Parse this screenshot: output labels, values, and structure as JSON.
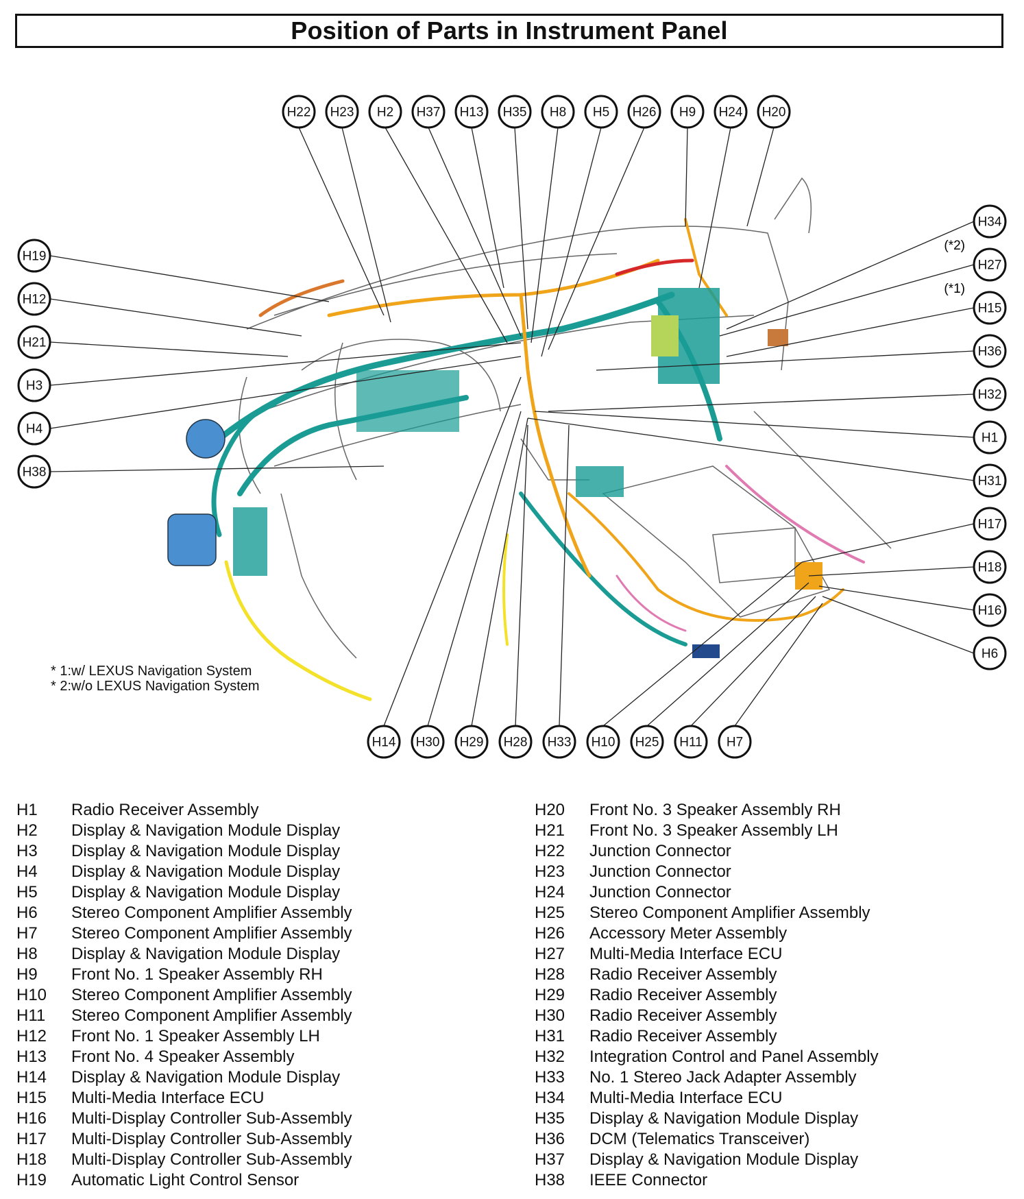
{
  "title": "Position of Parts in Instrument Panel",
  "callouts": {
    "top": [
      "H22",
      "H23",
      "H2",
      "H37",
      "H13",
      "H35",
      "H8",
      "H5",
      "H26",
      "H9",
      "H24",
      "H20"
    ],
    "left": [
      "H19",
      "H12",
      "H21",
      "H3",
      "H4",
      "H38"
    ],
    "right": [
      "H34",
      "H27",
      "H15",
      "H36",
      "H32",
      "H1",
      "H31",
      "H17",
      "H18",
      "H16",
      "H6"
    ],
    "bottom": [
      "H14",
      "H30",
      "H29",
      "H28",
      "H33",
      "H10",
      "H25",
      "H11",
      "H7"
    ]
  },
  "callout_notes": {
    "H27": "(*2)",
    "H15": "(*1)"
  },
  "footnotes": [
    "* 1:w/ LEXUS Navigation System",
    "* 2:w/o LEXUS Navigation System"
  ],
  "legend_left": [
    {
      "code": "H1",
      "name": "Radio Receiver Assembly"
    },
    {
      "code": "H2",
      "name": "Display & Navigation Module Display"
    },
    {
      "code": "H3",
      "name": "Display & Navigation Module Display"
    },
    {
      "code": "H4",
      "name": "Display & Navigation Module Display"
    },
    {
      "code": "H5",
      "name": "Display & Navigation Module Display"
    },
    {
      "code": "H6",
      "name": "Stereo Component Amplifier Assembly"
    },
    {
      "code": "H7",
      "name": "Stereo Component Amplifier Assembly"
    },
    {
      "code": "H8",
      "name": "Display & Navigation Module Display"
    },
    {
      "code": "H9",
      "name": "Front No. 1 Speaker Assembly RH"
    },
    {
      "code": "H10",
      "name": "Stereo Component Amplifier Assembly"
    },
    {
      "code": "H11",
      "name": "Stereo Component Amplifier Assembly"
    },
    {
      "code": "H12",
      "name": "Front No. 1 Speaker Assembly LH"
    },
    {
      "code": "H13",
      "name": "Front No. 4 Speaker Assembly"
    },
    {
      "code": "H14",
      "name": "Display & Navigation Module Display"
    },
    {
      "code": "H15",
      "name": "Multi-Media Interface ECU"
    },
    {
      "code": "H16",
      "name": "Multi-Display Controller Sub-Assembly"
    },
    {
      "code": "H17",
      "name": "Multi-Display Controller Sub-Assembly"
    },
    {
      "code": "H18",
      "name": "Multi-Display Controller Sub-Assembly"
    },
    {
      "code": "H19",
      "name": "Automatic Light Control Sensor"
    }
  ],
  "legend_right": [
    {
      "code": "H20",
      "name": "Front No. 3 Speaker Assembly RH"
    },
    {
      "code": "H21",
      "name": "Front No. 3 Speaker Assembly LH"
    },
    {
      "code": "H22",
      "name": "Junction Connector"
    },
    {
      "code": "H23",
      "name": "Junction Connector"
    },
    {
      "code": "H24",
      "name": "Junction Connector"
    },
    {
      "code": "H25",
      "name": "Stereo Component Amplifier Assembly"
    },
    {
      "code": "H26",
      "name": "Accessory Meter Assembly"
    },
    {
      "code": "H27",
      "name": "Multi-Media Interface ECU"
    },
    {
      "code": "H28",
      "name": "Radio Receiver Assembly"
    },
    {
      "code": "H29",
      "name": "Radio Receiver Assembly"
    },
    {
      "code": "H30",
      "name": "Radio Receiver Assembly"
    },
    {
      "code": "H31",
      "name": "Radio Receiver Assembly"
    },
    {
      "code": "H32",
      "name": "Integration Control and Panel Assembly"
    },
    {
      "code": "H33",
      "name": "No. 1 Stereo Jack Adapter Assembly"
    },
    {
      "code": "H34",
      "name": "Multi-Media Interface ECU"
    },
    {
      "code": "H35",
      "name": "Display & Navigation Module Display"
    },
    {
      "code": "H36",
      "name": "DCM (Telematics Transceiver)"
    },
    {
      "code": "H37",
      "name": "Display & Navigation Module Display"
    },
    {
      "code": "H38",
      "name": "IEEE Connector"
    }
  ],
  "colors": {
    "harness_teal": "#1a9c95",
    "harness_orange": "#f0a419",
    "harness_yellow": "#f4e12a",
    "harness_red": "#d62828",
    "harness_pink": "#e07ab0",
    "component_blue": "#4a8fd0",
    "connector_green": "#b5d45a",
    "connector_brown": "#c87a3c"
  }
}
